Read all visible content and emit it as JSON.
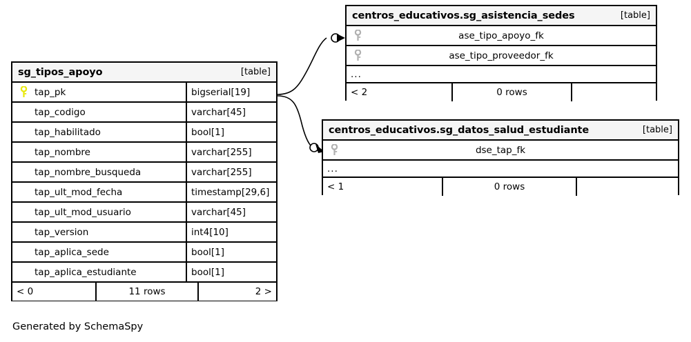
{
  "caption": "Generated by SchemaSpy",
  "colors": {
    "background": "#ffffff",
    "border": "#000000",
    "header_fill": "#f5f5f5",
    "primary_key_icon": "#e8e80a",
    "foreign_key_icon": "#b0b0b0",
    "text": "#000000"
  },
  "main_table": {
    "name": "sg_tipos_apoyo",
    "kind": "[table]",
    "columns": [
      {
        "key": "primary",
        "name": "tap_pk",
        "type": "bigserial[19]"
      },
      {
        "key": "none",
        "name": "tap_codigo",
        "type": "varchar[45]"
      },
      {
        "key": "none",
        "name": "tap_habilitado",
        "type": "bool[1]"
      },
      {
        "key": "none",
        "name": "tap_nombre",
        "type": "varchar[255]"
      },
      {
        "key": "none",
        "name": "tap_nombre_busqueda",
        "type": "varchar[255]"
      },
      {
        "key": "none",
        "name": "tap_ult_mod_fecha",
        "type": "timestamp[29,6]"
      },
      {
        "key": "none",
        "name": "tap_ult_mod_usuario",
        "type": "varchar[45]"
      },
      {
        "key": "none",
        "name": "tap_version",
        "type": "int4[10]"
      },
      {
        "key": "none",
        "name": "tap_aplica_sede",
        "type": "bool[1]"
      },
      {
        "key": "none",
        "name": "tap_aplica_estudiante",
        "type": "bool[1]"
      }
    ],
    "footer": {
      "parents": "< 0",
      "rows": "11 rows",
      "children": "2 >"
    }
  },
  "related_tables": [
    {
      "id": "asistencia",
      "name": "centros_educativos.sg_asistencia_sedes",
      "kind": "[table]",
      "columns": [
        {
          "key": "foreign",
          "name": "ase_tipo_apoyo_fk"
        },
        {
          "key": "foreign",
          "name": "ase_tipo_proveedor_fk"
        }
      ],
      "ellipsis": "...",
      "footer": {
        "parents": "< 2",
        "rows": "0 rows",
        "children": ""
      }
    },
    {
      "id": "salud",
      "name": "centros_educativos.sg_datos_salud_estudiante",
      "kind": "[table]",
      "columns": [
        {
          "key": "foreign",
          "name": "dse_tap_fk"
        }
      ],
      "ellipsis": "...",
      "footer": {
        "parents": "< 1",
        "rows": "0 rows",
        "children": ""
      }
    }
  ],
  "relationships": [
    {
      "from_table": "sg_tipos_apoyo",
      "from_column": "tap_pk",
      "to_table": "centros_educativos.sg_asistencia_sedes",
      "to_column": "ase_tipo_apoyo_fk",
      "from_marker": "none",
      "to_marker": "zero-or-one-arrow"
    },
    {
      "from_table": "sg_tipos_apoyo",
      "from_column": "tap_pk",
      "to_table": "centros_educativos.sg_datos_salud_estudiante",
      "to_column": "dse_tap_fk",
      "from_marker": "none",
      "to_marker": "zero-or-one-arrow"
    }
  ],
  "icons": {
    "primary_key": "primary-key-icon",
    "foreign_key": "foreign-key-icon"
  }
}
